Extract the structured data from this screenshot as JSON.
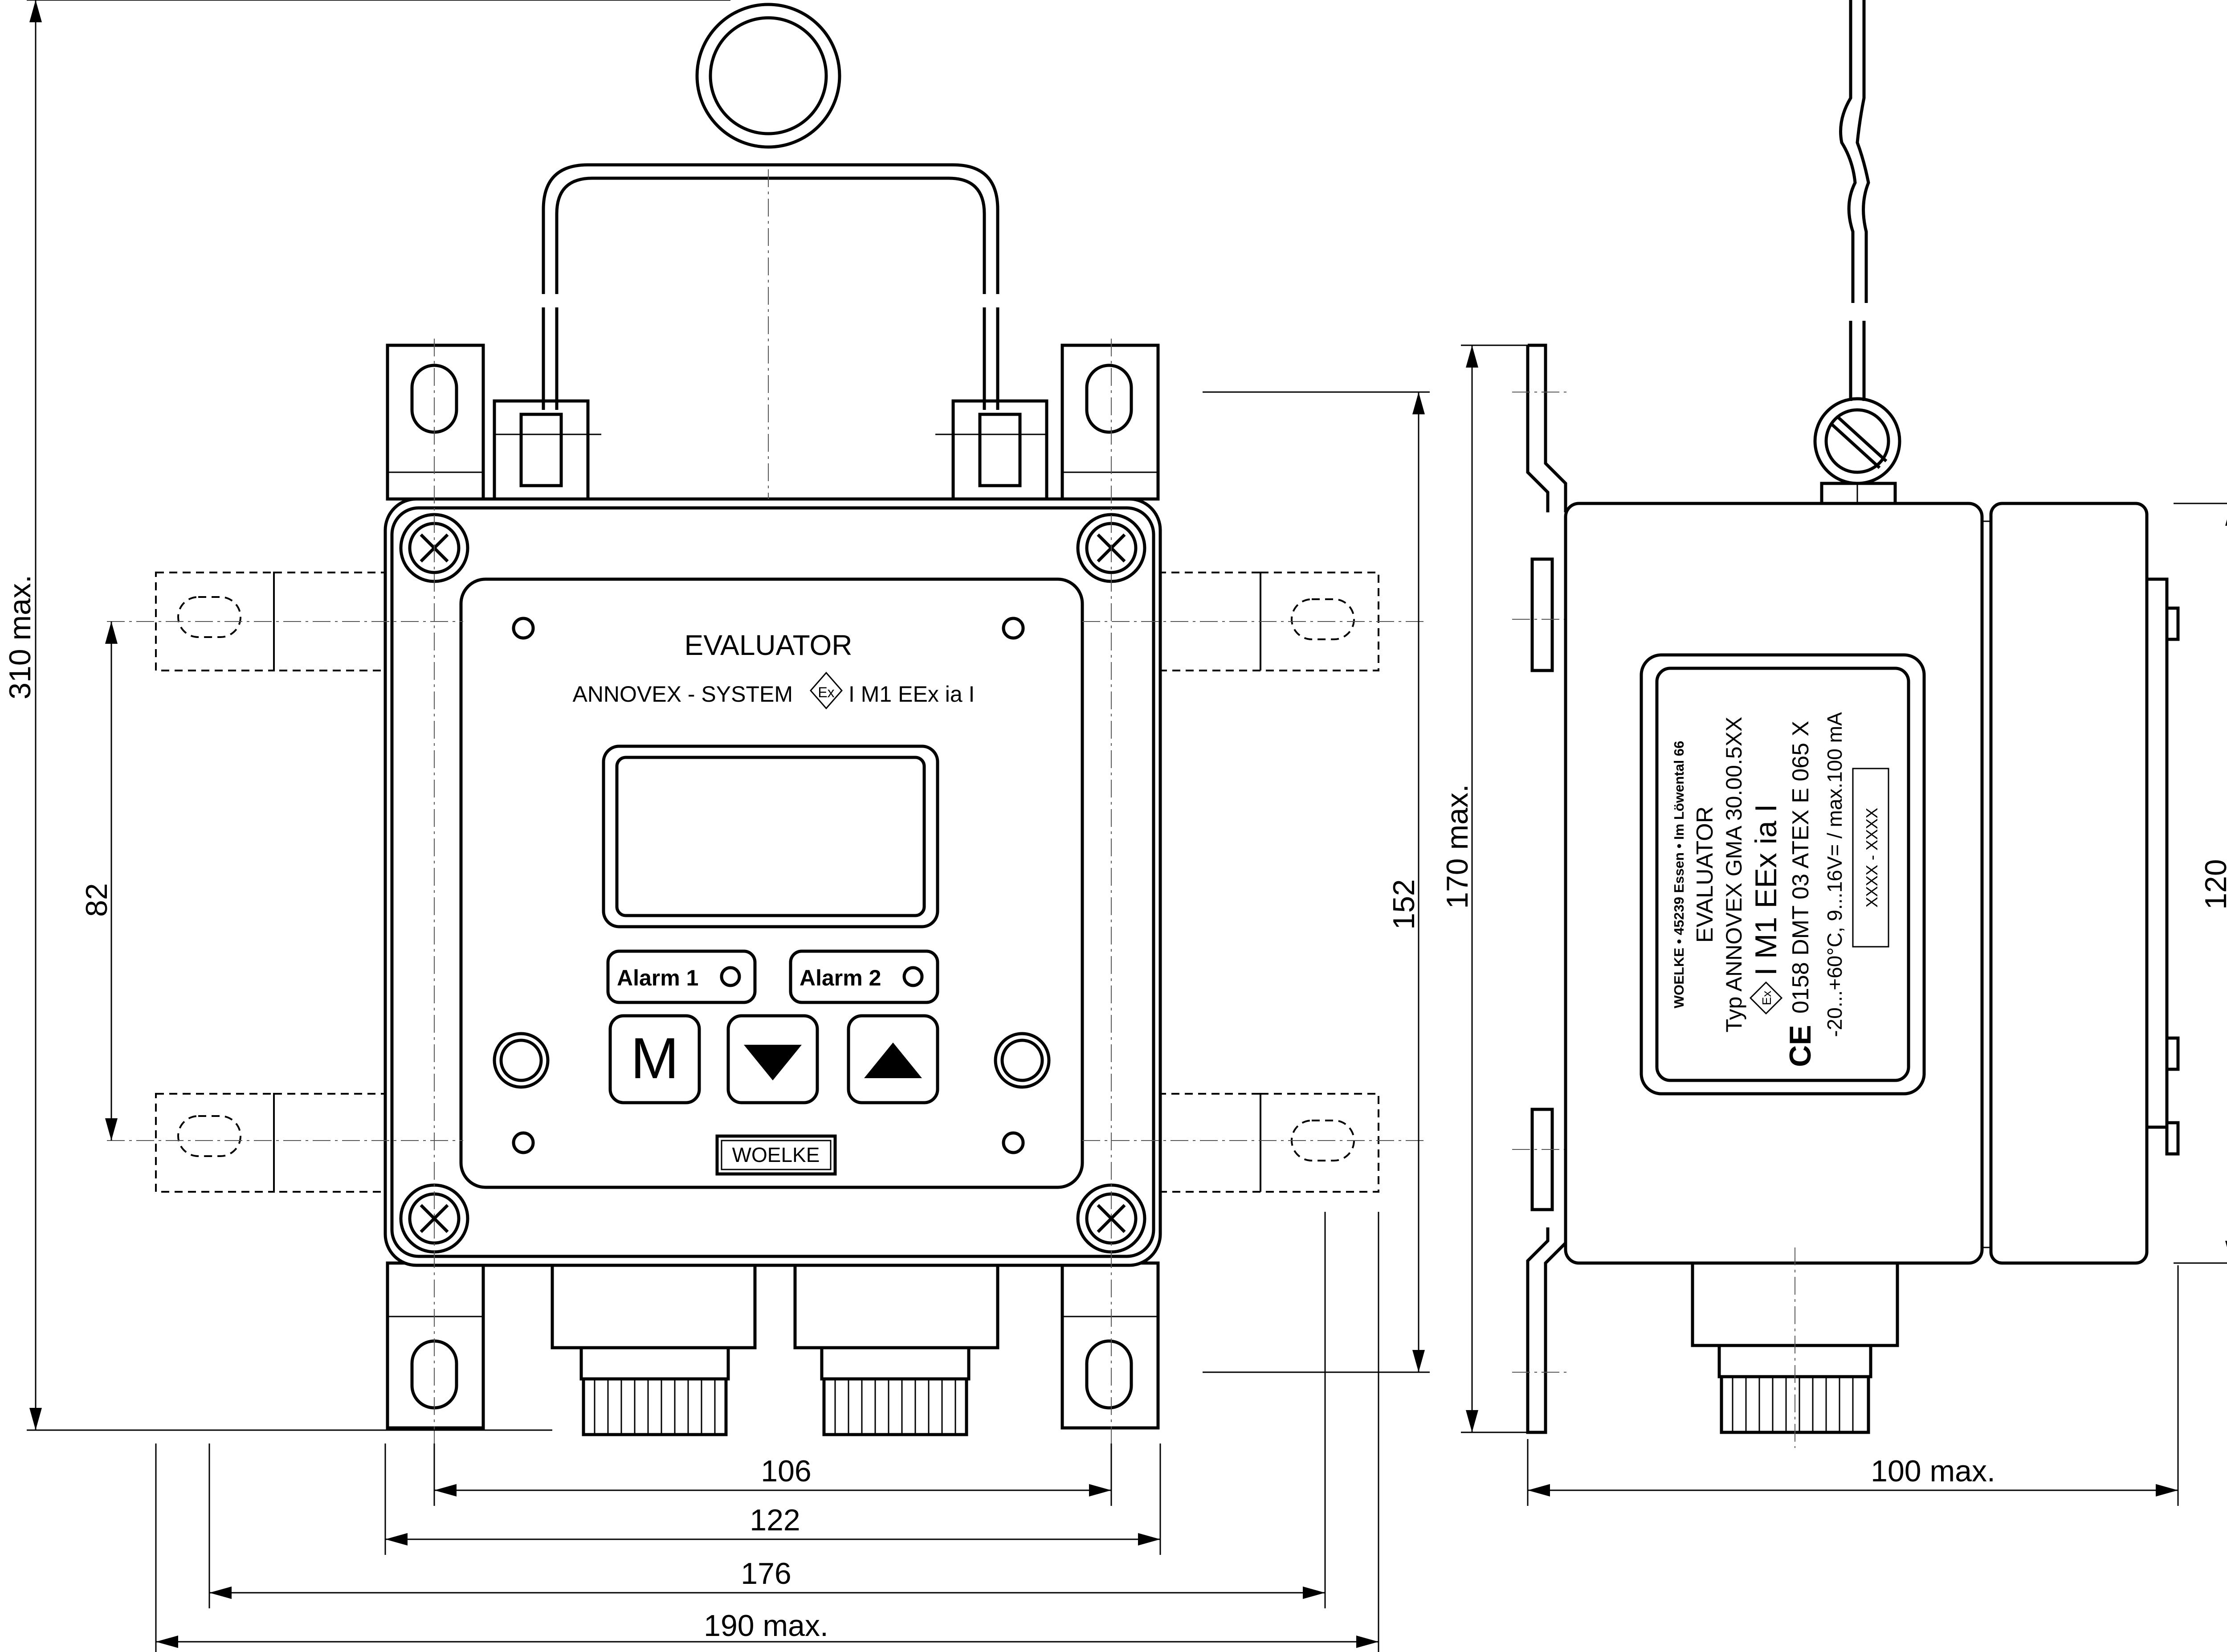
{
  "front_view": {
    "title": "EVALUATOR",
    "system_prefix": "ANNOVEX - SYSTEM",
    "ex_symbol": "Ex",
    "rating": "I M1 EEx ia I",
    "alarm1": "Alarm 1",
    "alarm2": "Alarm 2",
    "button_m": "M",
    "brand": "WOELKE"
  },
  "dimensions": {
    "d106": "106",
    "d122": "122",
    "d176": "176",
    "d190": "190 max.",
    "d82": "82",
    "d152": "152",
    "d170": "170 max.",
    "d310": "310 max.",
    "d100": "100 max.",
    "d120": "120"
  },
  "nameplate": {
    "line1": "WOELKE • 45239 Essen • Im Löwental 66",
    "line2": "EVALUATOR",
    "line3": "Typ ANNOVEX GMA 30.00.5XX",
    "line4": "I M1 EEx ia I",
    "line5": "0158 DMT 03 ATEX E 065 X",
    "line6": "-20...+60°C, 9...16V= / max.100 mA",
    "line7": "XXXX  -  XXXX",
    "ce_mark": "CE"
  }
}
